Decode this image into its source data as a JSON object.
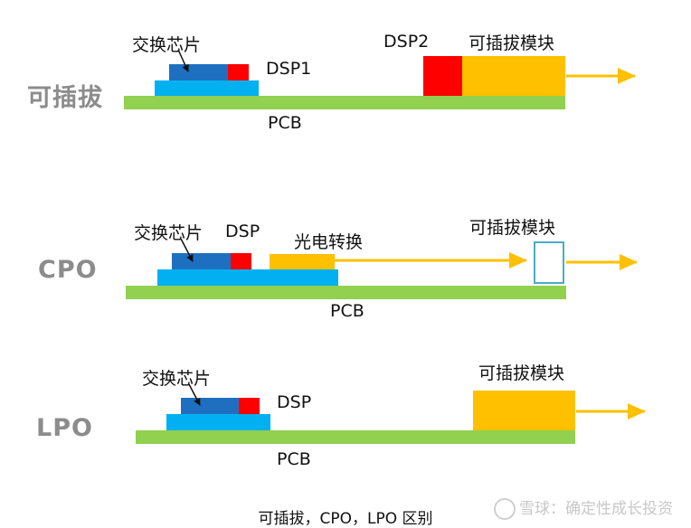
{
  "diagram": {
    "sections": [
      {
        "label": "可插拔",
        "chip_label": "交换芯片",
        "dsp_label": "DSP1",
        "dsp2_label": "DSP2",
        "module_label": "可插拔模块",
        "pcb_label": "PCB"
      },
      {
        "label": "CPO",
        "chip_label": "交换芯片",
        "dsp_label": "DSP",
        "converter_label": "光电转换",
        "module_label": "可插拔模块",
        "pcb_label": "PCB"
      },
      {
        "label": "LPO",
        "chip_label": "交换芯片",
        "dsp_label": "DSP",
        "module_label": "可插拔模块",
        "pcb_label": "PCB"
      }
    ],
    "caption": "可插拔，CPO，LPO 区别",
    "watermark": "雪球：确定性成长投资"
  },
  "colors": {
    "pcb": "#92d050",
    "base": "#00b0f0",
    "chip": "#1f6fc1",
    "dsp": "#ff0000",
    "module": "#ffc000"
  }
}
